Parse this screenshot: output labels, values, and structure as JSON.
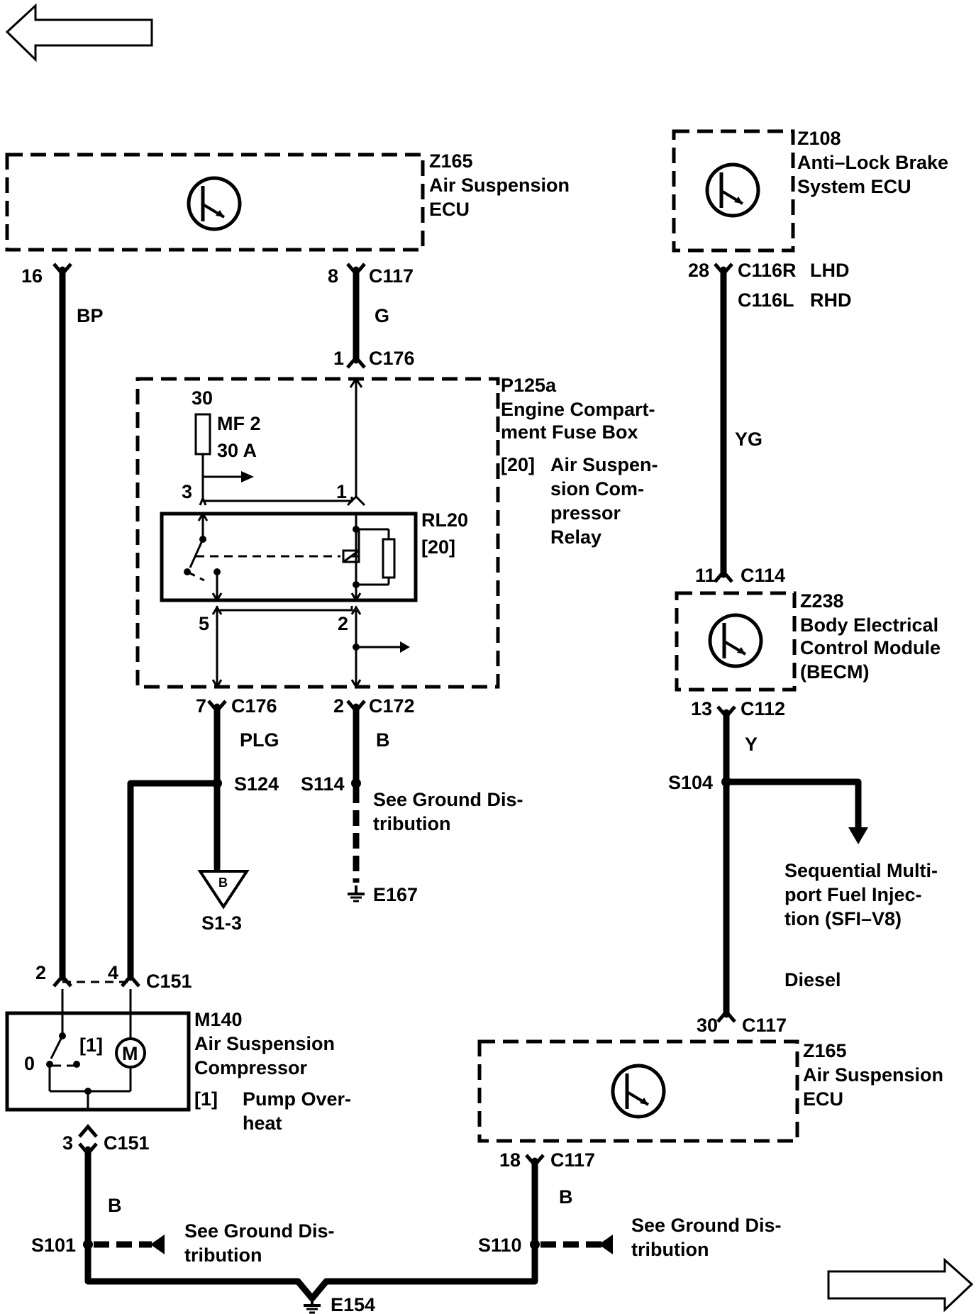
{
  "nav": {
    "back_arrow": "arrow-left-icon",
    "forward_arrow": "arrow-right-icon"
  },
  "components": {
    "z165_top": {
      "id": "Z165",
      "line1": "Air Suspension",
      "line2": "ECU"
    },
    "z108": {
      "id": "Z108",
      "line1": "Anti–Lock Brake",
      "line2": "System ECU"
    },
    "p125a": {
      "id": "P125a",
      "line1": "Engine Compart-",
      "line2": "ment Fuse Box",
      "ref": "[20]",
      "desc1": "Air Suspen-",
      "desc2": "sion Com-",
      "desc3": "pressor",
      "desc4": "Relay"
    },
    "rl20": {
      "id": "RL20",
      "ref": "[20]"
    },
    "fuse": {
      "pin": "30",
      "name": "MF 2",
      "rating": "30 A"
    },
    "z238": {
      "id": "Z238",
      "line1": "Body Electrical",
      "line2": "Control Module",
      "line3": "(BECM)"
    },
    "m140": {
      "id": "M140",
      "line1": "Air Suspension",
      "line2": "Compressor",
      "ref": "[1]",
      "desc1": "Pump Over-",
      "desc2": "heat",
      "switch_ref": "[1]",
      "switch_zero": "0",
      "motor": "M"
    },
    "z165_bottom": {
      "id": "Z165",
      "line1": "Air Suspension",
      "line2": "ECU"
    }
  },
  "connectors": {
    "c117_16": {
      "pin": "16"
    },
    "c117_8": {
      "pin": "8",
      "name": "C117"
    },
    "c176_1": {
      "pin": "1",
      "name": "C176"
    },
    "c116": {
      "pin": "28",
      "name1": "C116R",
      "hand1": "LHD",
      "name2": "C116L",
      "hand2": "RHD"
    },
    "relay_3": {
      "pin": "3"
    },
    "relay_1": {
      "pin": "1"
    },
    "relay_5": {
      "pin": "5"
    },
    "relay_2": {
      "pin": "2"
    },
    "c176_7": {
      "pin": "7",
      "name": "C176"
    },
    "c172_2": {
      "pin": "2",
      "name": "C172"
    },
    "c114_11": {
      "pin": "11",
      "name": "C114"
    },
    "c112_13": {
      "pin": "13",
      "name": "C112"
    },
    "c151_2": {
      "pin": "2"
    },
    "c151_4": {
      "pin": "4",
      "name": "C151"
    },
    "c151_3": {
      "pin": "3",
      "name": "C151"
    },
    "c117_30": {
      "pin": "30",
      "name": "C117"
    },
    "c117_18": {
      "pin": "18",
      "name": "C117"
    }
  },
  "wires": {
    "bp": "BP",
    "g": "G",
    "yg": "YG",
    "plg": "PLG",
    "b_c172": "B",
    "y": "Y",
    "b_m140": "B",
    "b_z165": "B"
  },
  "splices": {
    "s124": "S124",
    "s114": "S114",
    "s104": "S104",
    "s101": "S101",
    "s110": "S110"
  },
  "grounds": {
    "e167": "E167",
    "e154": "E154"
  },
  "references": {
    "ground_dist_s114_1": "See Ground Dis-",
    "ground_dist_s114_2": "tribution",
    "ground_dist_s101_1": "See Ground Dis-",
    "ground_dist_s101_2": "tribution",
    "ground_dist_s110_1": "See Ground Dis-",
    "ground_dist_s110_2": "tribution",
    "sfi_1": "Sequential Multi-",
    "sfi_2": "port Fuel Injec-",
    "sfi_3": "tion (SFI–V8)",
    "diesel": "Diesel",
    "offpage_letter": "B",
    "offpage_ref": "S1-3"
  }
}
